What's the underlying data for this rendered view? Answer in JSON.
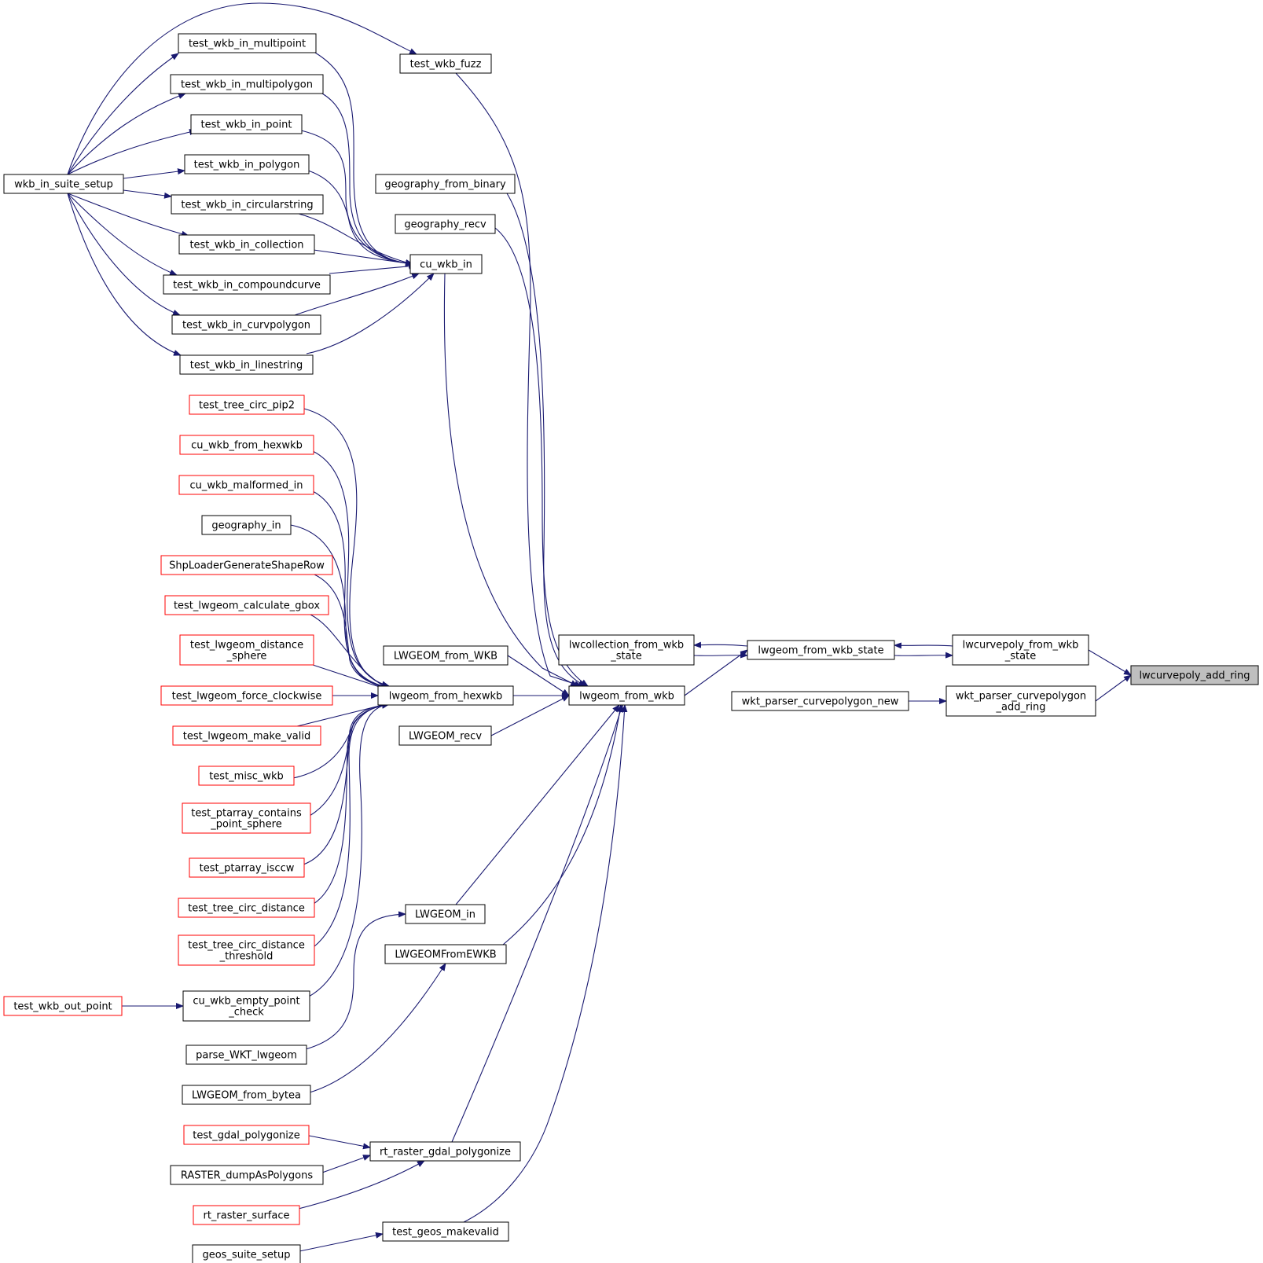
{
  "graph": {
    "nodes": [
      {
        "id": "lwcurvepoly_add_ring",
        "lines": [
          "lwcurvepoly_add_ring"
        ],
        "style": "current"
      },
      {
        "id": "lwcurvepoly_from_wkb_state",
        "lines": [
          "lwcurvepoly_from_wkb",
          "_state"
        ],
        "style": "black"
      },
      {
        "id": "wkt_parser_curvepolygon_add_ring",
        "lines": [
          "wkt_parser_curvepolygon",
          "_add_ring"
        ],
        "style": "black"
      },
      {
        "id": "lwgeom_from_wkb_state",
        "lines": [
          "lwgeom_from_wkb_state"
        ],
        "style": "black"
      },
      {
        "id": "wkt_parser_curvepolygon_new",
        "lines": [
          "wkt_parser_curvepolygon_new"
        ],
        "style": "black"
      },
      {
        "id": "lwcollection_from_wkb_state",
        "lines": [
          "lwcollection_from_wkb",
          "_state"
        ],
        "style": "black"
      },
      {
        "id": "lwgeom_from_wkb",
        "lines": [
          "lwgeom_from_wkb"
        ],
        "style": "black"
      },
      {
        "id": "test_wkb_fuzz",
        "lines": [
          "test_wkb_fuzz"
        ],
        "style": "black"
      },
      {
        "id": "geography_from_binary",
        "lines": [
          "geography_from_binary"
        ],
        "style": "black"
      },
      {
        "id": "geography_recv",
        "lines": [
          "geography_recv"
        ],
        "style": "black"
      },
      {
        "id": "cu_wkb_in",
        "lines": [
          "cu_wkb_in"
        ],
        "style": "black"
      },
      {
        "id": "LWGEOM_from_WKB",
        "lines": [
          "LWGEOM_from_WKB"
        ],
        "style": "black"
      },
      {
        "id": "lwgeom_from_hexwkb",
        "lines": [
          "lwgeom_from_hexwkb"
        ],
        "style": "black"
      },
      {
        "id": "LWGEOM_recv",
        "lines": [
          "LWGEOM_recv"
        ],
        "style": "black"
      },
      {
        "id": "LWGEOM_in",
        "lines": [
          "LWGEOM_in"
        ],
        "style": "black"
      },
      {
        "id": "LWGEOMFromEWKB",
        "lines": [
          "LWGEOMFromEWKB"
        ],
        "style": "black"
      },
      {
        "id": "rt_raster_gdal_polygonize",
        "lines": [
          "rt_raster_gdal_polygonize"
        ],
        "style": "black"
      },
      {
        "id": "test_geos_makevalid",
        "lines": [
          "test_geos_makevalid"
        ],
        "style": "black"
      },
      {
        "id": "test_wkb_in_multipoint",
        "lines": [
          "test_wkb_in_multipoint"
        ],
        "style": "black"
      },
      {
        "id": "test_wkb_in_multipolygon",
        "lines": [
          "test_wkb_in_multipolygon"
        ],
        "style": "black"
      },
      {
        "id": "test_wkb_in_point",
        "lines": [
          "test_wkb_in_point"
        ],
        "style": "black"
      },
      {
        "id": "test_wkb_in_polygon",
        "lines": [
          "test_wkb_in_polygon"
        ],
        "style": "black"
      },
      {
        "id": "test_wkb_in_circularstring",
        "lines": [
          "test_wkb_in_circularstring"
        ],
        "style": "black"
      },
      {
        "id": "test_wkb_in_collection",
        "lines": [
          "test_wkb_in_collection"
        ],
        "style": "black"
      },
      {
        "id": "test_wkb_in_compoundcurve",
        "lines": [
          "test_wkb_in_compoundcurve"
        ],
        "style": "black"
      },
      {
        "id": "test_wkb_in_curvpolygon",
        "lines": [
          "test_wkb_in_curvpolygon"
        ],
        "style": "black"
      },
      {
        "id": "test_wkb_in_linestring",
        "lines": [
          "test_wkb_in_linestring"
        ],
        "style": "black"
      },
      {
        "id": "wkb_in_suite_setup",
        "lines": [
          "wkb_in_suite_setup"
        ],
        "style": "black"
      },
      {
        "id": "test_tree_circ_pip2",
        "lines": [
          "test_tree_circ_pip2"
        ],
        "style": "red"
      },
      {
        "id": "cu_wkb_from_hexwkb",
        "lines": [
          "cu_wkb_from_hexwkb"
        ],
        "style": "red"
      },
      {
        "id": "cu_wkb_malformed_in",
        "lines": [
          "cu_wkb_malformed_in"
        ],
        "style": "red"
      },
      {
        "id": "geography_in",
        "lines": [
          "geography_in"
        ],
        "style": "black"
      },
      {
        "id": "ShpLoaderGenerateShapeRow",
        "lines": [
          "ShpLoaderGenerateShapeRow"
        ],
        "style": "red"
      },
      {
        "id": "test_lwgeom_calculate_gbox",
        "lines": [
          "test_lwgeom_calculate_gbox"
        ],
        "style": "red"
      },
      {
        "id": "test_lwgeom_distance_sphere",
        "lines": [
          "test_lwgeom_distance",
          "_sphere"
        ],
        "style": "red"
      },
      {
        "id": "test_lwgeom_force_clockwise",
        "lines": [
          "test_lwgeom_force_clockwise"
        ],
        "style": "red"
      },
      {
        "id": "test_lwgeom_make_valid",
        "lines": [
          "test_lwgeom_make_valid"
        ],
        "style": "red"
      },
      {
        "id": "test_misc_wkb",
        "lines": [
          "test_misc_wkb"
        ],
        "style": "red"
      },
      {
        "id": "test_ptarray_contains_point_sphere",
        "lines": [
          "test_ptarray_contains",
          "_point_sphere"
        ],
        "style": "red"
      },
      {
        "id": "test_ptarray_isccw",
        "lines": [
          "test_ptarray_isccw"
        ],
        "style": "red"
      },
      {
        "id": "test_tree_circ_distance",
        "lines": [
          "test_tree_circ_distance"
        ],
        "style": "red"
      },
      {
        "id": "test_tree_circ_distance_threshold",
        "lines": [
          "test_tree_circ_distance",
          "_threshold"
        ],
        "style": "red"
      },
      {
        "id": "cu_wkb_empty_point_check",
        "lines": [
          "cu_wkb_empty_point",
          "_check"
        ],
        "style": "black"
      },
      {
        "id": "test_wkb_out_point",
        "lines": [
          "test_wkb_out_point"
        ],
        "style": "red"
      },
      {
        "id": "parse_WKT_lwgeom",
        "lines": [
          "parse_WKT_lwgeom"
        ],
        "style": "black"
      },
      {
        "id": "LWGEOM_from_bytea",
        "lines": [
          "LWGEOM_from_bytea"
        ],
        "style": "black"
      },
      {
        "id": "test_gdal_polygonize",
        "lines": [
          "test_gdal_polygonize"
        ],
        "style": "red"
      },
      {
        "id": "RASTER_dumpAsPolygons",
        "lines": [
          "RASTER_dumpAsPolygons"
        ],
        "style": "black"
      },
      {
        "id": "rt_raster_surface",
        "lines": [
          "rt_raster_surface"
        ],
        "style": "red"
      },
      {
        "id": "geos_suite_setup",
        "lines": [
          "geos_suite_setup"
        ],
        "style": "black"
      }
    ],
    "edges": [
      {
        "from": "lwcurvepoly_from_wkb_state",
        "to": "lwcurvepoly_add_ring"
      },
      {
        "from": "wkt_parser_curvepolygon_add_ring",
        "to": "lwcurvepoly_add_ring"
      },
      {
        "from": "lwgeom_from_wkb_state",
        "to": "lwcurvepoly_from_wkb_state"
      },
      {
        "from": "lwcurvepoly_from_wkb_state",
        "to": "lwgeom_from_wkb_state"
      },
      {
        "from": "wkt_parser_curvepolygon_new",
        "to": "wkt_parser_curvepolygon_add_ring"
      },
      {
        "from": "lwgeom_from_wkb_state",
        "to": "lwcollection_from_wkb_state"
      },
      {
        "from": "lwcollection_from_wkb_state",
        "to": "lwgeom_from_wkb_state"
      },
      {
        "from": "lwgeom_from_wkb",
        "to": "lwgeom_from_wkb_state"
      },
      {
        "from": "test_wkb_fuzz",
        "to": "lwgeom_from_wkb"
      },
      {
        "from": "geography_from_binary",
        "to": "lwgeom_from_wkb"
      },
      {
        "from": "geography_recv",
        "to": "lwgeom_from_wkb"
      },
      {
        "from": "cu_wkb_in",
        "to": "lwgeom_from_wkb"
      },
      {
        "from": "LWGEOM_from_WKB",
        "to": "lwgeom_from_wkb"
      },
      {
        "from": "lwgeom_from_hexwkb",
        "to": "lwgeom_from_wkb"
      },
      {
        "from": "LWGEOM_recv",
        "to": "lwgeom_from_wkb"
      },
      {
        "from": "LWGEOM_in",
        "to": "lwgeom_from_wkb"
      },
      {
        "from": "LWGEOMFromEWKB",
        "to": "lwgeom_from_wkb"
      },
      {
        "from": "rt_raster_gdal_polygonize",
        "to": "lwgeom_from_wkb"
      },
      {
        "from": "test_geos_makevalid",
        "to": "lwgeom_from_wkb"
      },
      {
        "from": "wkb_in_suite_setup",
        "to": "test_wkb_fuzz"
      },
      {
        "from": "test_wkb_in_multipoint",
        "to": "cu_wkb_in"
      },
      {
        "from": "test_wkb_in_multipolygon",
        "to": "cu_wkb_in"
      },
      {
        "from": "test_wkb_in_point",
        "to": "cu_wkb_in"
      },
      {
        "from": "test_wkb_in_polygon",
        "to": "cu_wkb_in"
      },
      {
        "from": "test_wkb_in_circularstring",
        "to": "cu_wkb_in"
      },
      {
        "from": "test_wkb_in_collection",
        "to": "cu_wkb_in"
      },
      {
        "from": "test_wkb_in_compoundcurve",
        "to": "cu_wkb_in"
      },
      {
        "from": "test_wkb_in_curvpolygon",
        "to": "cu_wkb_in"
      },
      {
        "from": "test_wkb_in_linestring",
        "to": "cu_wkb_in"
      },
      {
        "from": "wkb_in_suite_setup",
        "to": "test_wkb_in_multipoint"
      },
      {
        "from": "wkb_in_suite_setup",
        "to": "test_wkb_in_multipolygon"
      },
      {
        "from": "wkb_in_suite_setup",
        "to": "test_wkb_in_point"
      },
      {
        "from": "wkb_in_suite_setup",
        "to": "test_wkb_in_polygon"
      },
      {
        "from": "wkb_in_suite_setup",
        "to": "test_wkb_in_circularstring"
      },
      {
        "from": "wkb_in_suite_setup",
        "to": "test_wkb_in_collection"
      },
      {
        "from": "wkb_in_suite_setup",
        "to": "test_wkb_in_compoundcurve"
      },
      {
        "from": "wkb_in_suite_setup",
        "to": "test_wkb_in_curvpolygon"
      },
      {
        "from": "wkb_in_suite_setup",
        "to": "test_wkb_in_linestring"
      },
      {
        "from": "test_tree_circ_pip2",
        "to": "lwgeom_from_hexwkb"
      },
      {
        "from": "cu_wkb_from_hexwkb",
        "to": "lwgeom_from_hexwkb"
      },
      {
        "from": "cu_wkb_malformed_in",
        "to": "lwgeom_from_hexwkb"
      },
      {
        "from": "geography_in",
        "to": "lwgeom_from_hexwkb"
      },
      {
        "from": "ShpLoaderGenerateShapeRow",
        "to": "lwgeom_from_hexwkb"
      },
      {
        "from": "test_lwgeom_calculate_gbox",
        "to": "lwgeom_from_hexwkb"
      },
      {
        "from": "test_lwgeom_distance_sphere",
        "to": "lwgeom_from_hexwkb"
      },
      {
        "from": "test_lwgeom_force_clockwise",
        "to": "lwgeom_from_hexwkb"
      },
      {
        "from": "test_lwgeom_make_valid",
        "to": "lwgeom_from_hexwkb"
      },
      {
        "from": "test_misc_wkb",
        "to": "lwgeom_from_hexwkb"
      },
      {
        "from": "test_ptarray_contains_point_sphere",
        "to": "lwgeom_from_hexwkb"
      },
      {
        "from": "test_ptarray_isccw",
        "to": "lwgeom_from_hexwkb"
      },
      {
        "from": "test_tree_circ_distance",
        "to": "lwgeom_from_hexwkb"
      },
      {
        "from": "test_tree_circ_distance_threshold",
        "to": "lwgeom_from_hexwkb"
      },
      {
        "from": "cu_wkb_empty_point_check",
        "to": "lwgeom_from_hexwkb"
      },
      {
        "from": "test_wkb_out_point",
        "to": "cu_wkb_empty_point_check"
      },
      {
        "from": "parse_WKT_lwgeom",
        "to": "LWGEOM_in"
      },
      {
        "from": "LWGEOM_from_bytea",
        "to": "LWGEOMFromEWKB"
      },
      {
        "from": "test_gdal_polygonize",
        "to": "rt_raster_gdal_polygonize"
      },
      {
        "from": "RASTER_dumpAsPolygons",
        "to": "rt_raster_gdal_polygonize"
      },
      {
        "from": "rt_raster_surface",
        "to": "rt_raster_gdal_polygonize"
      },
      {
        "from": "geos_suite_setup",
        "to": "test_geos_makevalid"
      }
    ]
  },
  "colors": {
    "edge": "#191970",
    "border_default": "#000000",
    "border_external": "#ff0000",
    "current_fill": "#bfbfbf"
  }
}
